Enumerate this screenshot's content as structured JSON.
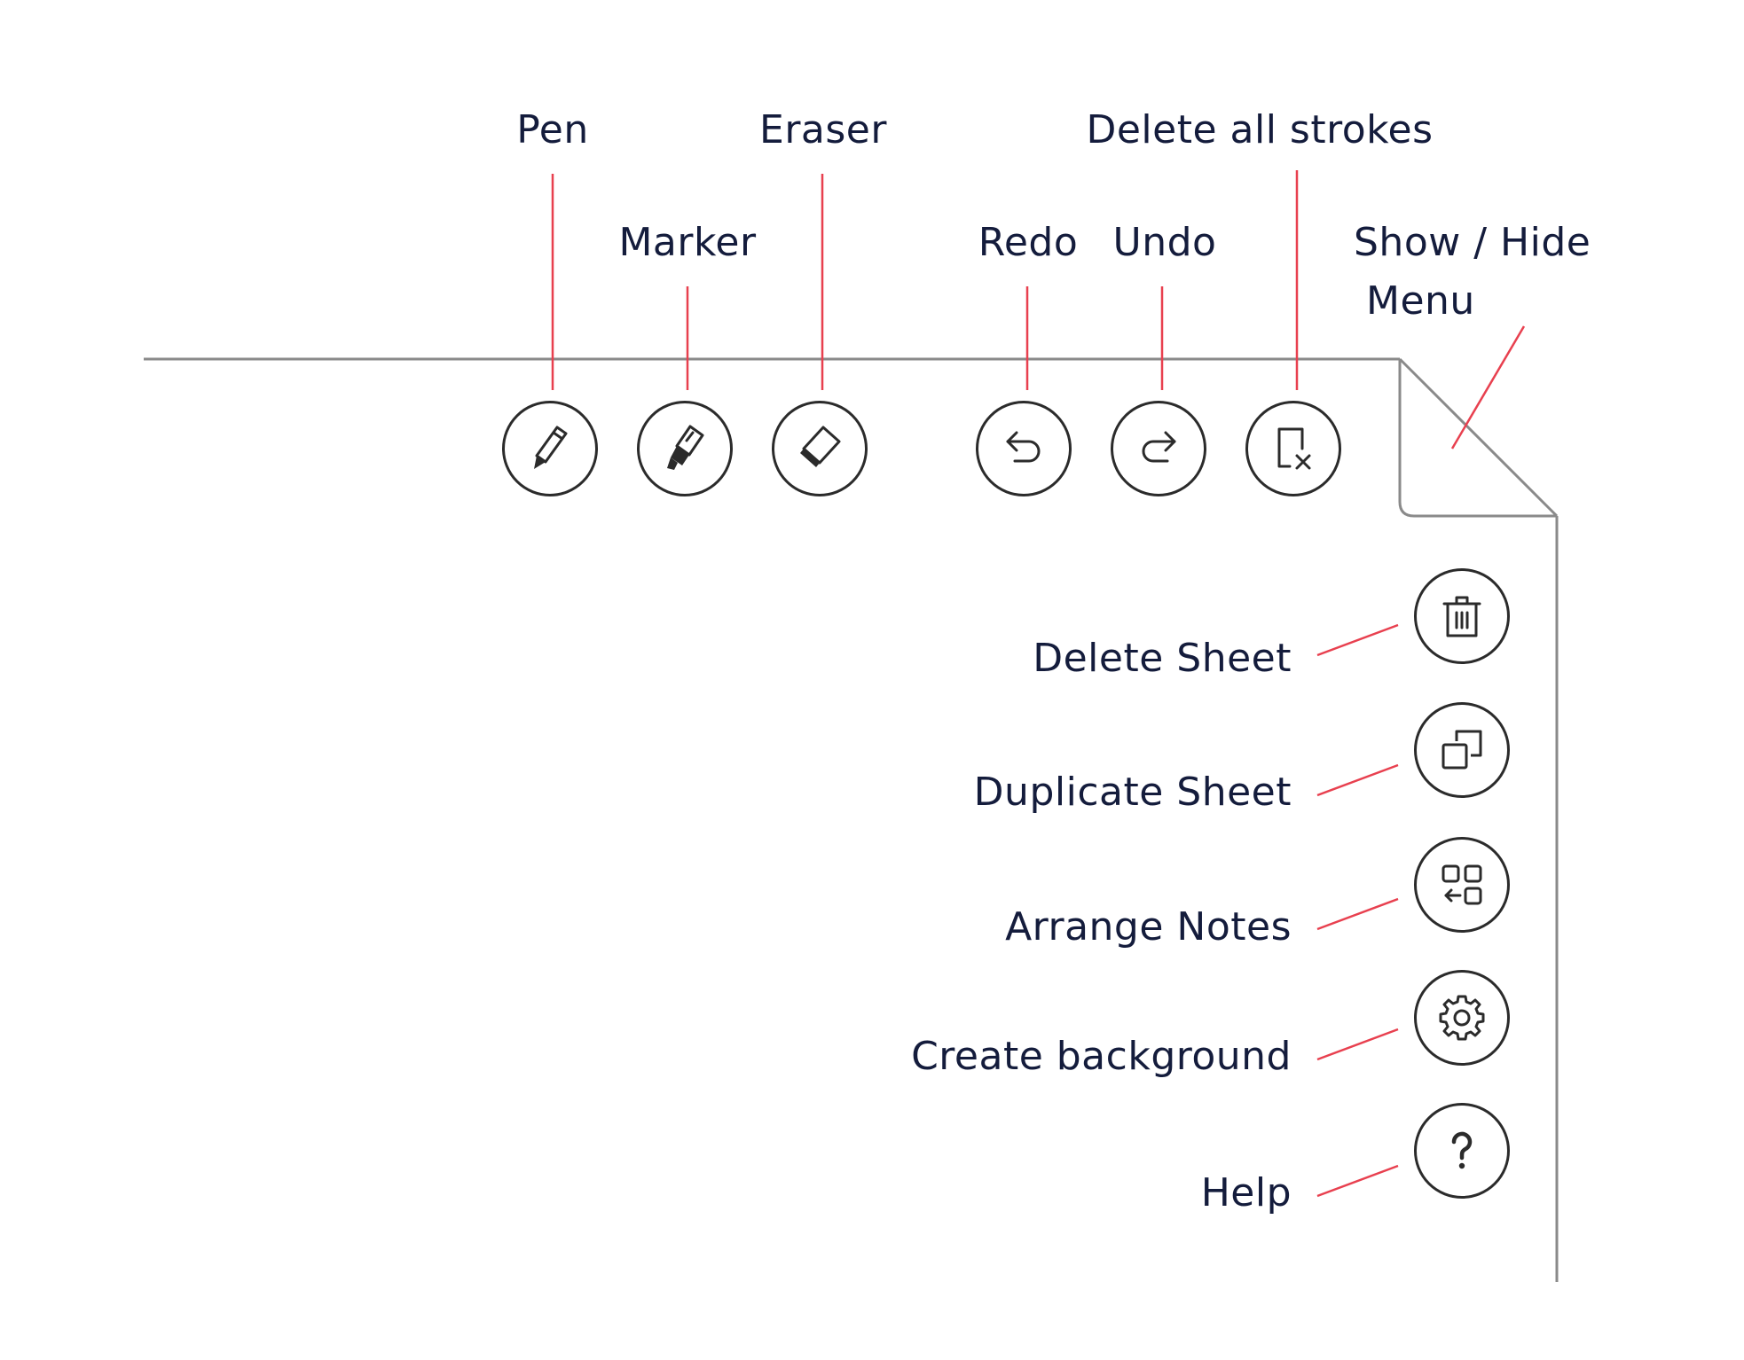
{
  "toolbar": {
    "pen_label": "Pen",
    "marker_label": "Marker",
    "eraser_label": "Eraser",
    "redo_label": "Redo",
    "undo_label": "Undo",
    "delete_all_label": "Delete all strokes",
    "menu_toggle_line1": "Show / Hide",
    "menu_toggle_line2": "Menu"
  },
  "side_menu": {
    "delete_sheet_label": "Delete Sheet",
    "duplicate_sheet_label": "Duplicate Sheet",
    "arrange_notes_label": "Arrange Notes",
    "create_background_label": "Create background",
    "help_label": "Help"
  },
  "icons": {
    "pen": "pencil-icon",
    "marker": "marker-icon",
    "eraser": "eraser-icon",
    "redo": "redo-icon",
    "undo": "undo-icon",
    "delete_all": "clear-strokes-icon",
    "menu_toggle": "page-corner-fold-icon",
    "delete_sheet": "trash-icon",
    "duplicate_sheet": "duplicate-icon",
    "arrange_notes": "arrange-icon",
    "create_background": "gear-icon",
    "help": "question-mark-icon"
  },
  "colors": {
    "label_text": "#141c3c",
    "callout_line": "#e8404f",
    "icon_stroke": "#2b2b2b",
    "sheet_border": "#8a8a8a"
  }
}
